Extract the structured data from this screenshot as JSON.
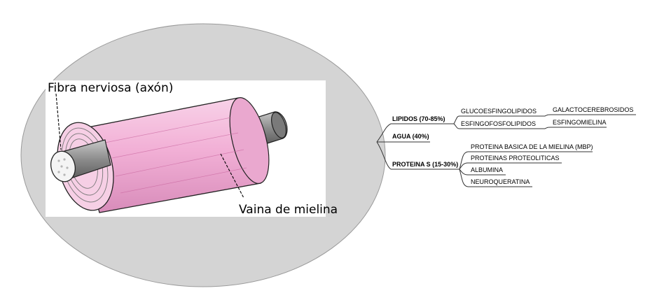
{
  "illustration": {
    "fiber_label": "Fibra nerviosa (axón)",
    "sheath_label": "Vaina de mielina"
  },
  "mindmap": {
    "lipids": {
      "label": "LIPIDOS (70-85%)",
      "glyco": {
        "label": "GLUCOESFINGOLIPIDOS",
        "child": "GALACTOCEREBROSIDOS"
      },
      "phospho": {
        "label": "ESFINGOFOSFOLIPIDOS",
        "child": "ESFINGOMIELINA"
      }
    },
    "water": {
      "label": "AGUA (40%)"
    },
    "proteins": {
      "label": "PROTEINA S (15-30%)",
      "items": [
        "PROTEINA BASICA DE LA MIELINA (MBP)",
        "PROTEINAS PROTEOLITICAS",
        "ALBUMINA",
        "NEUROQUERATINA"
      ]
    }
  },
  "colors": {
    "ellipse": "#d4d4d4",
    "myelin": "#f3b2d8",
    "axon": "#8a8a8a"
  }
}
